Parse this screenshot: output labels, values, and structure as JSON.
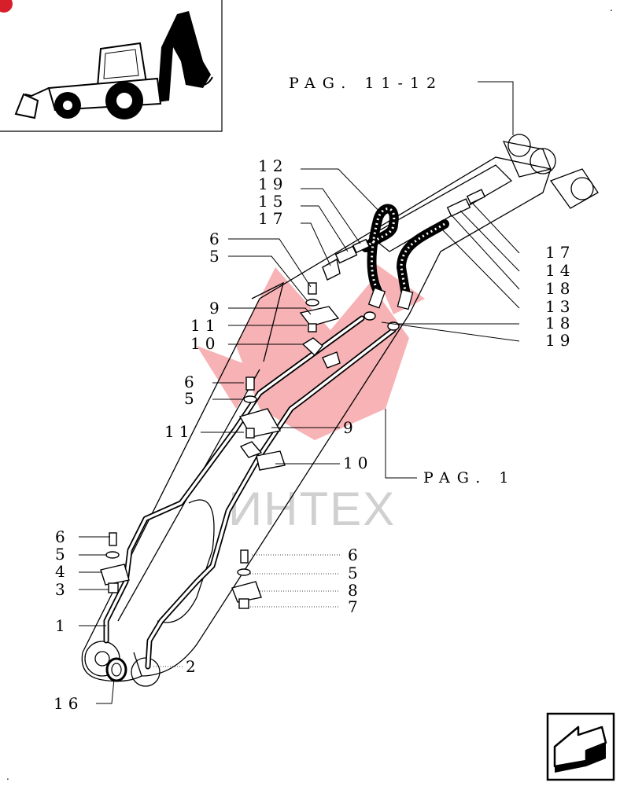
{
  "page_ref_top": "PAG. 11-12",
  "page_ref_right": "PAG. 1",
  "watermark_text": "ИНТЕХ",
  "left_labels_upper": [
    "12",
    "19",
    "15",
    "17"
  ],
  "left_labels_mid": [
    "6",
    "5",
    "9",
    "11",
    "10",
    "6",
    "5",
    "11"
  ],
  "right_labels": [
    "17",
    "14",
    "18",
    "13",
    "18",
    "19"
  ],
  "mid_right_labels": [
    "9",
    "10"
  ],
  "left_labels_lower": [
    "6",
    "5",
    "4",
    "3",
    "1"
  ],
  "right_labels_lower": [
    "6",
    "5",
    "8",
    "7"
  ],
  "bottom_labels": [
    "2",
    "16"
  ],
  "colors": {
    "ink": "#000000",
    "watermark": "#e8252a",
    "badge": "#d61f2b"
  },
  "icons": [
    "backhoe-loader-thumbnail",
    "next-page-arrow-icon"
  ]
}
